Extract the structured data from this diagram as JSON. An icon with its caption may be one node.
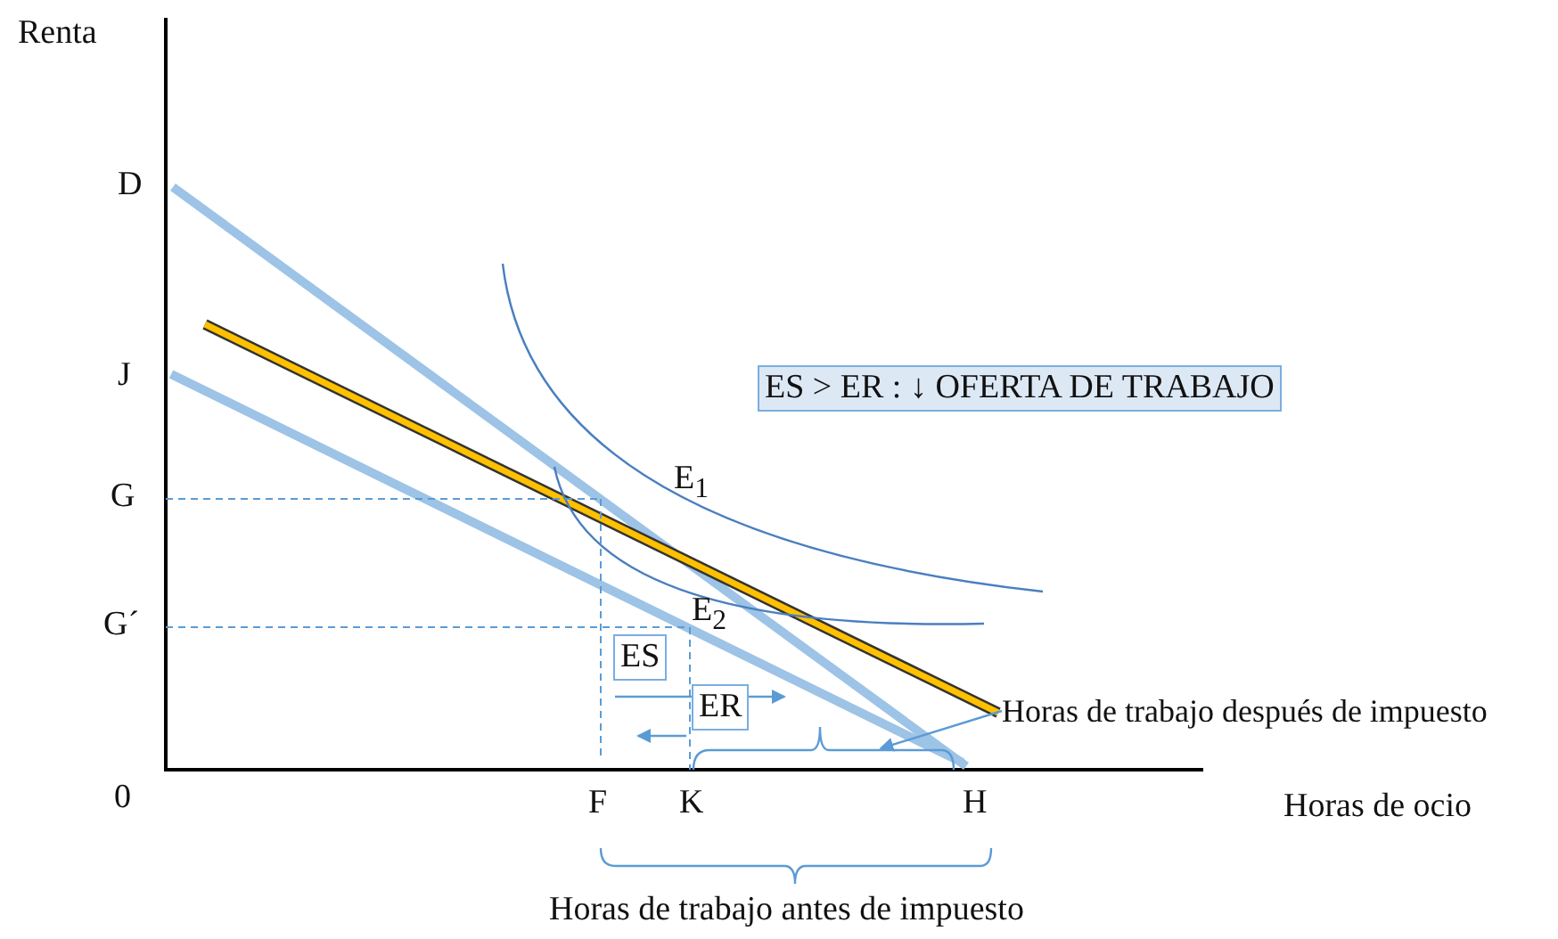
{
  "diagram": {
    "nodes": [
      {
        "text": [
          "ES > ER : ↓ OFERTA DE TRABAJO"
        ]
      },
      {
        "text": [
          "ES"
        ]
      },
      {
        "text": [
          "ER"
        ]
      },
      {
        "text": [
          "Horas de trabajo después de impuesto"
        ]
      },
      {
        "text": [],
        "shape": "brace"
      }
    ],
    "edges": [
      {
        "from": 3,
        "to": 4,
        "arrow": "to"
      }
    ],
    "labels": [
      "Renta",
      "D",
      "J",
      "G",
      "G´",
      "0",
      "F",
      "K",
      "H",
      "Horas de ocio",
      "E$_{1}$",
      "E$_{2}$",
      "Horas de trabajo antes de impuesto"
    ]
  }
}
